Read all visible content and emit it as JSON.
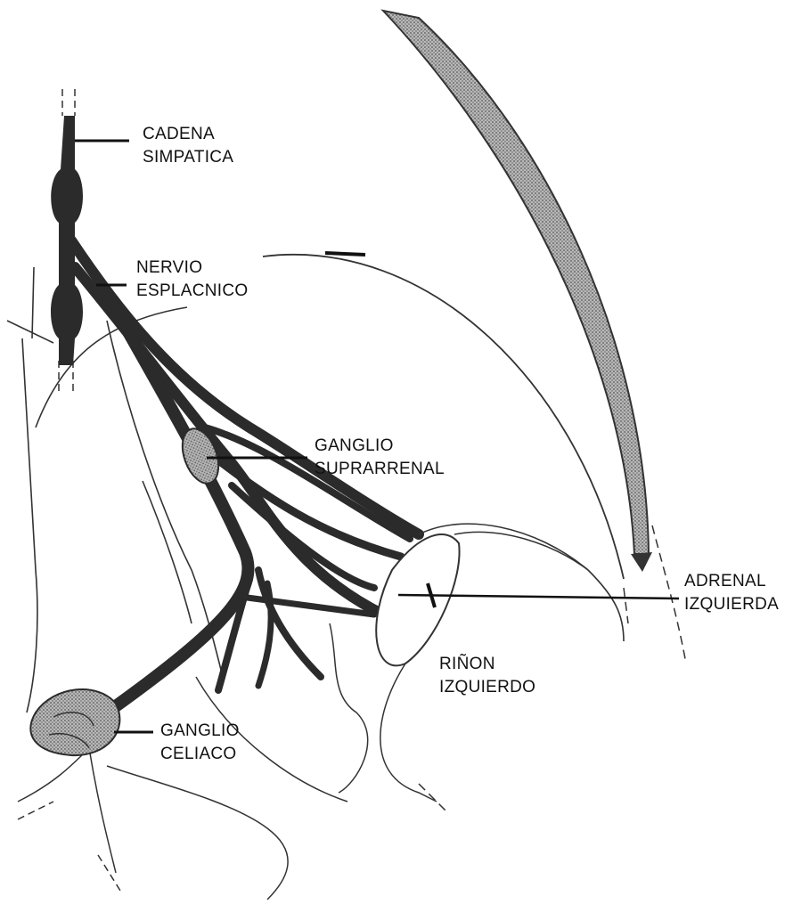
{
  "colors": {
    "background": "#ffffff",
    "outline": "#2a2a2a",
    "nerve": "#2b2b2b",
    "ganglion_fill": "#9a9a9a"
  },
  "labels": {
    "cadena_simpatica": [
      "CADENA",
      "SIMPATICA"
    ],
    "nervio_esplacnico": [
      "NERVIO",
      "ESPLACNICO"
    ],
    "ganglio_suprarrenal": [
      "GANGLIO",
      "SUPRARRENAL"
    ],
    "adrenal_izquierda": [
      "ADRENAL",
      "IZQUIERDA"
    ],
    "rinon_izquierdo": [
      "RIÑON",
      "IZQUIERDO"
    ],
    "ganglio_celiaco": [
      "GANGLIO",
      "CELIACO"
    ]
  }
}
